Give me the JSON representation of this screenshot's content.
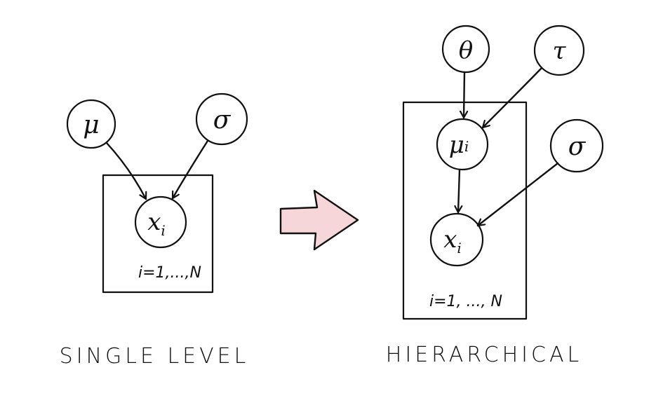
{
  "single_level": {
    "nodes": {
      "mu": "μ",
      "sigma": "σ",
      "x": "x",
      "x_sub": "i"
    },
    "plate_label": "i=1,...,N",
    "caption": "SINGLE LEVEL"
  },
  "hierarchical": {
    "nodes": {
      "theta": "θ",
      "tau": "τ",
      "mu": "μ",
      "mu_sub": "i",
      "sigma": "σ",
      "x": "x",
      "x_sub": "i"
    },
    "plate_label": "i=1, ..., N",
    "caption": "HIERARCHICAL"
  },
  "colors": {
    "ink": "#111111",
    "observed_fill": "#e3e3e3",
    "arrow_fill": "#f7d6d9"
  }
}
